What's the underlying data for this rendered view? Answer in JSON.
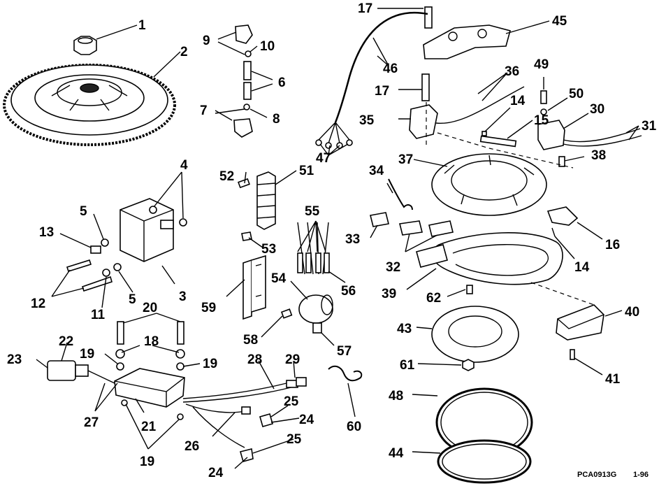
{
  "diagram": {
    "part_numbers": [
      "1",
      "2",
      "3",
      "4",
      "5",
      "5",
      "6",
      "7",
      "8",
      "9",
      "10",
      "11",
      "12",
      "13",
      "14",
      "14",
      "15",
      "16",
      "17",
      "17",
      "18",
      "19",
      "19",
      "19",
      "20",
      "21",
      "22",
      "23",
      "24",
      "24",
      "25",
      "25",
      "26",
      "27",
      "28",
      "29",
      "30",
      "31",
      "32",
      "33",
      "34",
      "35",
      "36",
      "37",
      "38",
      "39",
      "40",
      "41",
      "43",
      "44",
      "45",
      "46",
      "47",
      "48",
      "49",
      "50",
      "51",
      "52",
      "53",
      "54",
      "55",
      "56",
      "57",
      "58",
      "59",
      "60",
      "61",
      "62"
    ],
    "figure_code": "PCA0913G",
    "revision": "1-96"
  }
}
